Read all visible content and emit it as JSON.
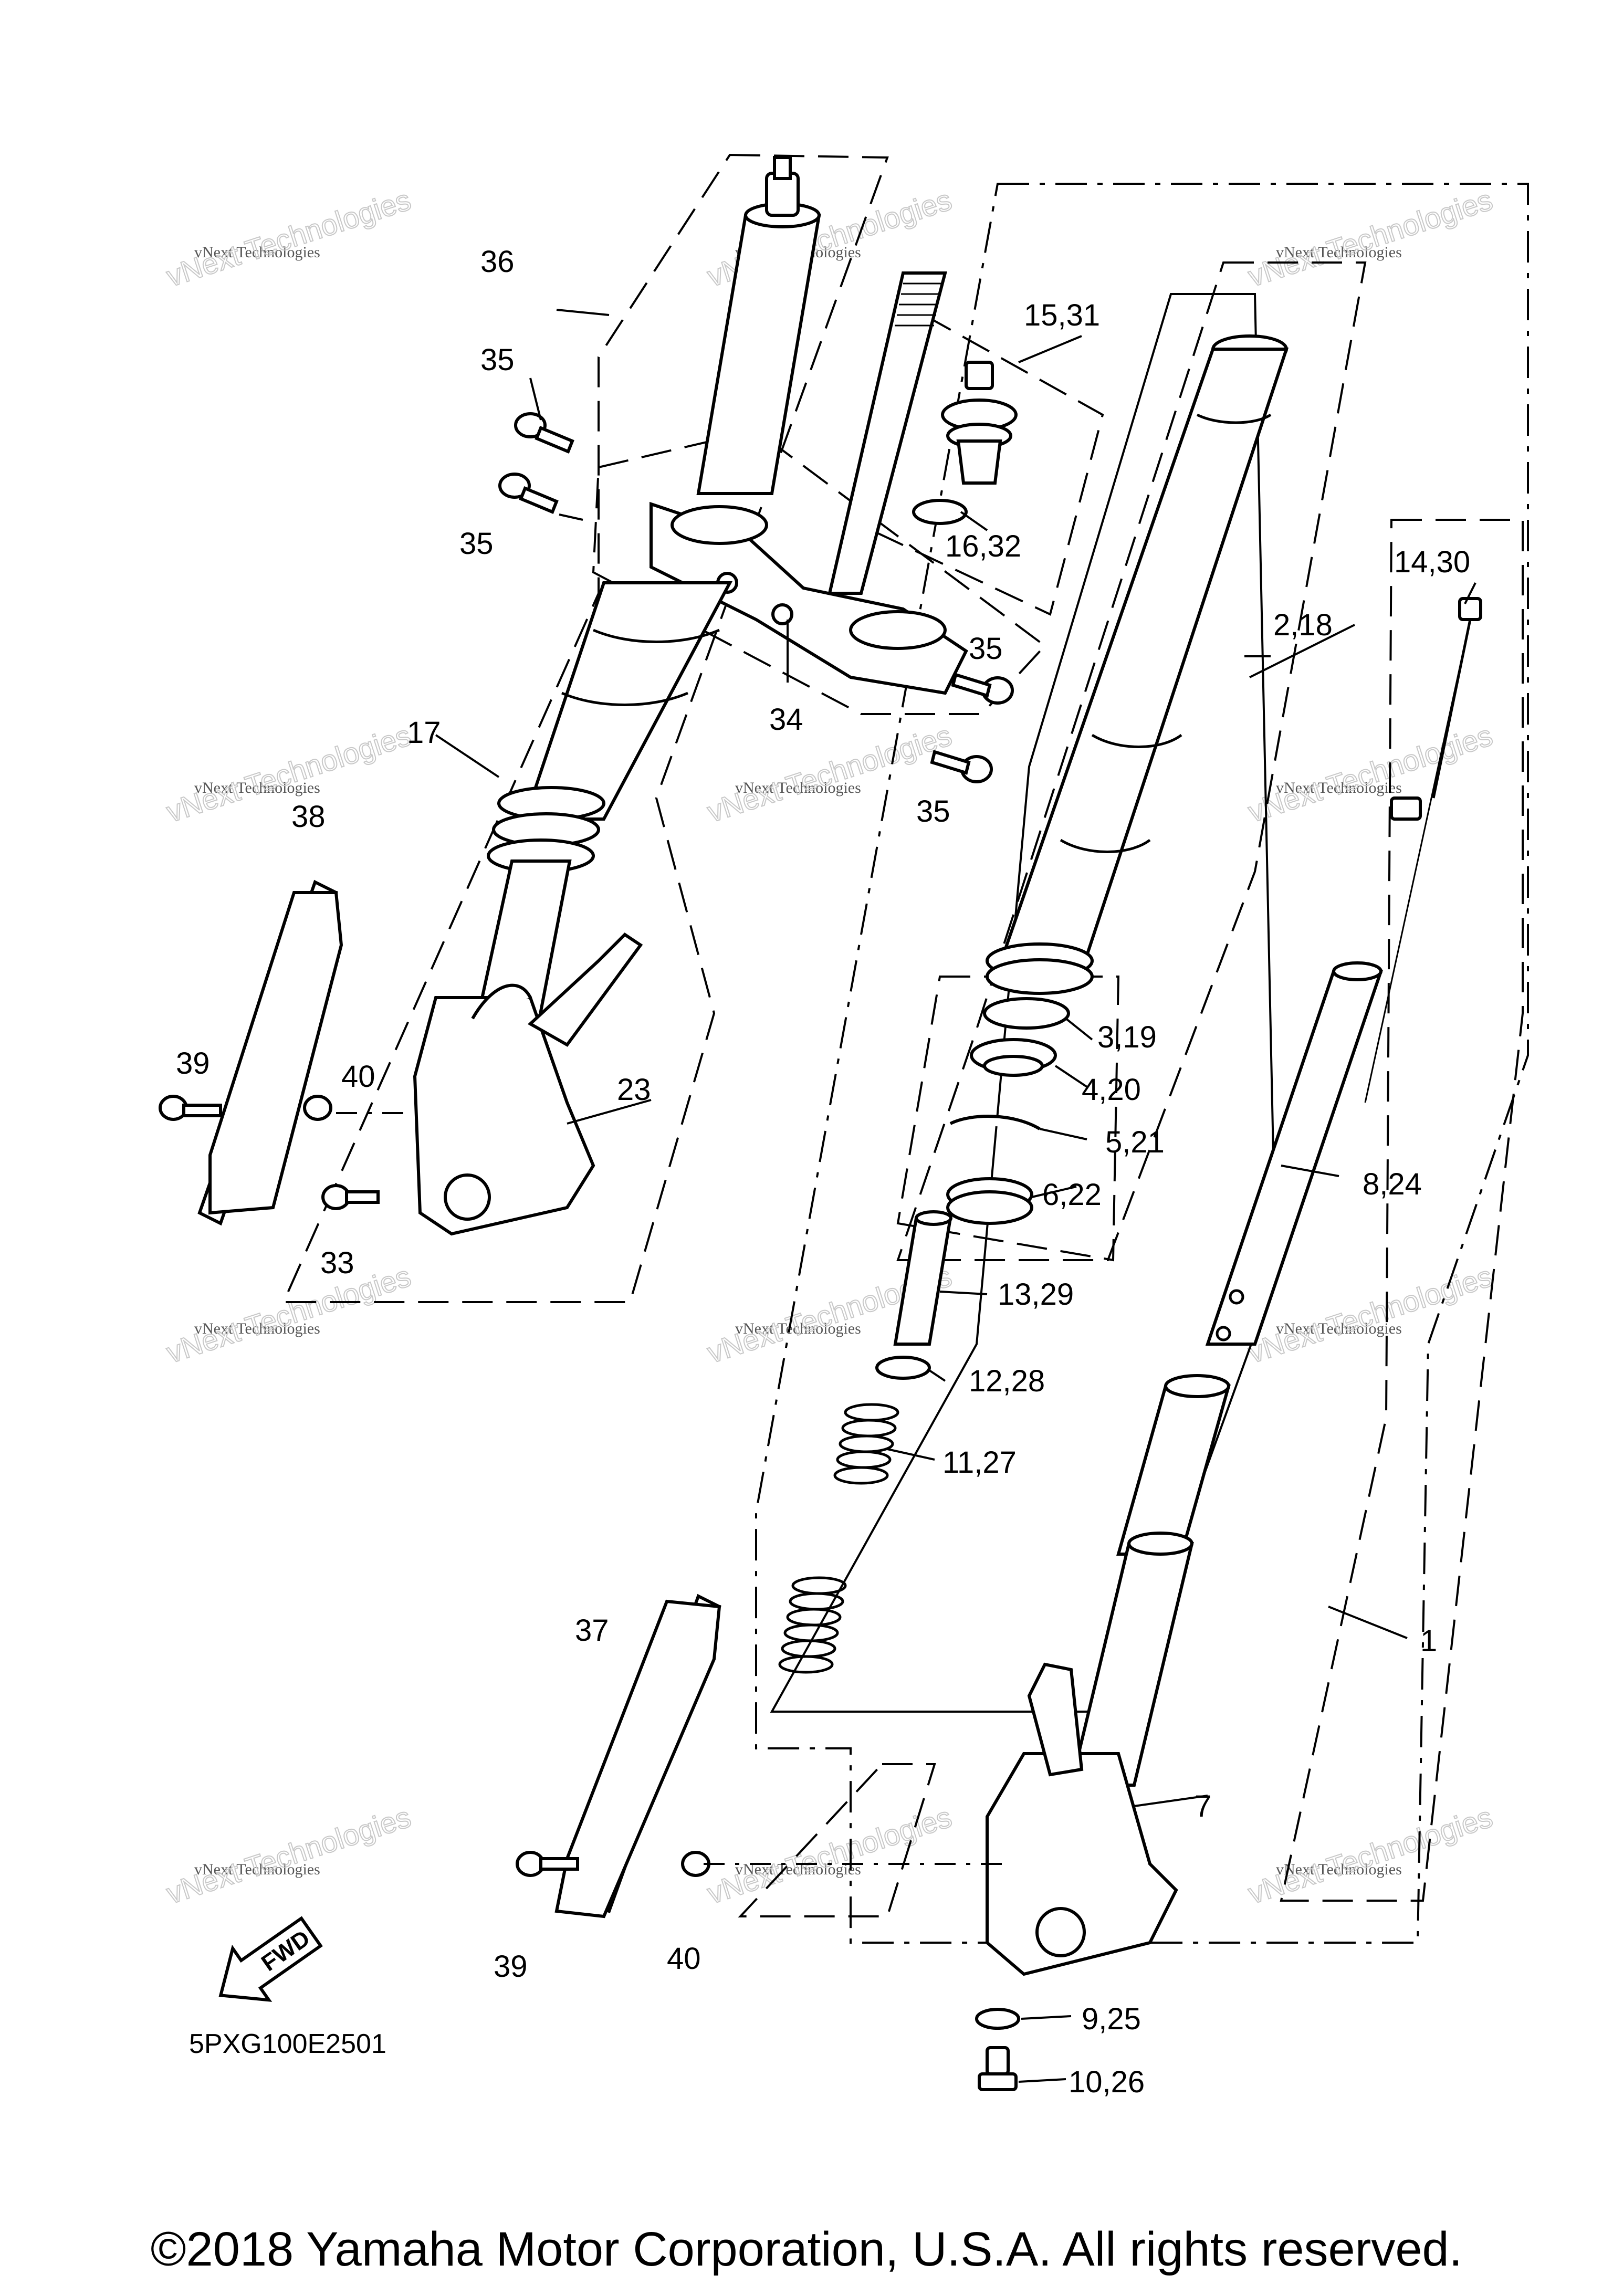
{
  "diagram": {
    "part_callouts": [
      "36",
      "35",
      "35",
      "15,31",
      "16,32",
      "14,30",
      "35",
      "34",
      "35",
      "2,18",
      "17",
      "38",
      "39",
      "40",
      "23",
      "33",
      "3,19",
      "4,20",
      "5,21",
      "6,22",
      "8,24",
      "13,29",
      "12,28",
      "11,27",
      "37",
      "1",
      "7",
      "39",
      "40",
      "9,25",
      "10,26"
    ],
    "drawing_code": "5PXG100E2501",
    "fwd_label": "FWD",
    "watermark": {
      "line1": "vNext Technologies",
      "line2": "vNext Technologies"
    },
    "copyright": "©2018 Yamaha Motor Corporation, U.S.A. All rights reserved."
  }
}
